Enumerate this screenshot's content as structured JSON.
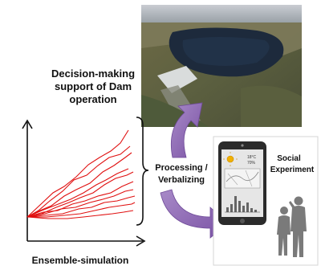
{
  "labels": {
    "decision_line1": "Decision-making",
    "decision_line2": "support of Dam",
    "decision_line3": "operation",
    "processing_line1": "Processing /",
    "processing_line2": "Verbalizing",
    "social_line1": "Social",
    "social_line2": "Experiment",
    "ensemble": "Ensemble-simulation",
    "phone_temp": "18°C",
    "phone_pct": "70%"
  },
  "colors": {
    "ensemble_lines": "#e01010",
    "arrow_purple": "#8a62b0",
    "phone_body": "#2b2b2b",
    "silhouette": "#7a7a7a"
  },
  "icons": [
    "sun-icon",
    "person-silhouette-icon"
  ]
}
